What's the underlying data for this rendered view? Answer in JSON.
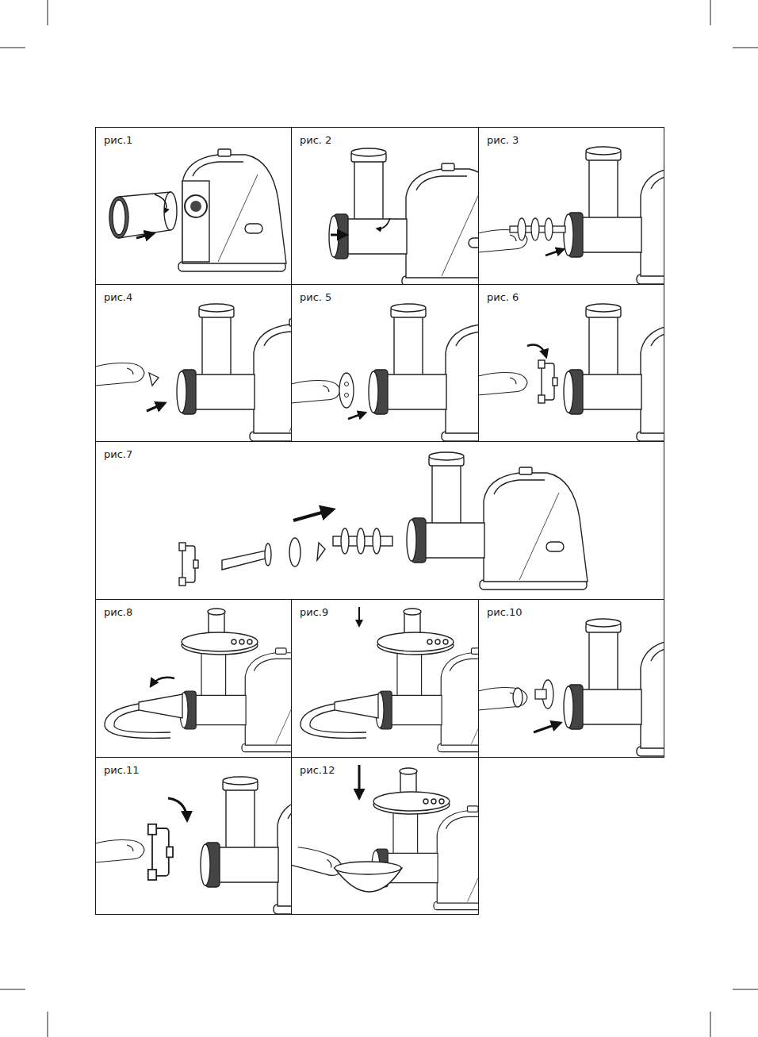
{
  "diagram": {
    "nodes": [
      {
        "text": [
          "рис.1"
        ]
      },
      {
        "text": [
          "рис. 2"
        ]
      },
      {
        "text": [
          "рис. 3"
        ]
      },
      {
        "text": [
          "рис.4"
        ]
      },
      {
        "text": [
          "рис. 5"
        ]
      },
      {
        "text": [
          "рис. 6"
        ]
      },
      {
        "text": [
          "рис.7"
        ]
      },
      {
        "text": [
          "рис.8"
        ]
      },
      {
        "text": [
          "рис.9"
        ]
      },
      {
        "text": [
          "рис.10"
        ]
      },
      {
        "text": [
          "рис.11"
        ]
      },
      {
        "text": [
          "рис.12"
        ]
      }
    ]
  }
}
